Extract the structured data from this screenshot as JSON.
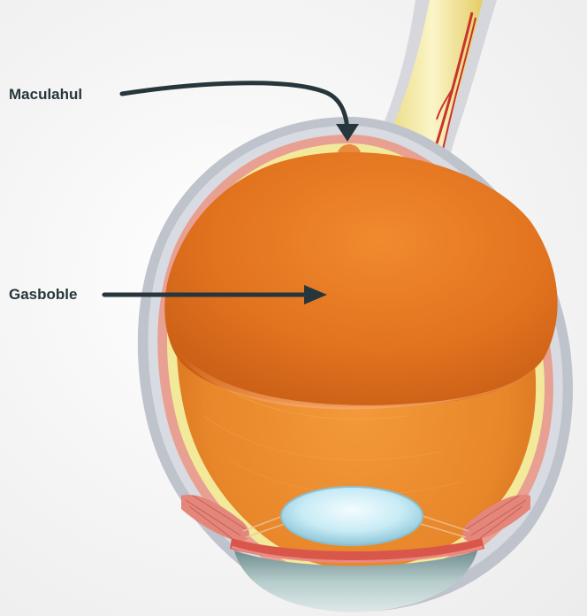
{
  "labels": {
    "macular_hole": "Maculahul",
    "gas_bubble": "Gasboble"
  },
  "colors": {
    "label_text": "#27363c",
    "arrow": "#27363c",
    "vitreous_orange": "#e98a2a",
    "gas_bubble_orange": "#de7222",
    "sclera": "#b9bdc7",
    "retina_pink": "#e69a8a",
    "choroid_yellow": "#f2ea9a",
    "lens_blue": "#bfe6f2",
    "cornea": "#8fa8a8"
  },
  "icons": {
    "optic_nerve": "optic-nerve-illustration",
    "lens": "lens-illustration"
  }
}
